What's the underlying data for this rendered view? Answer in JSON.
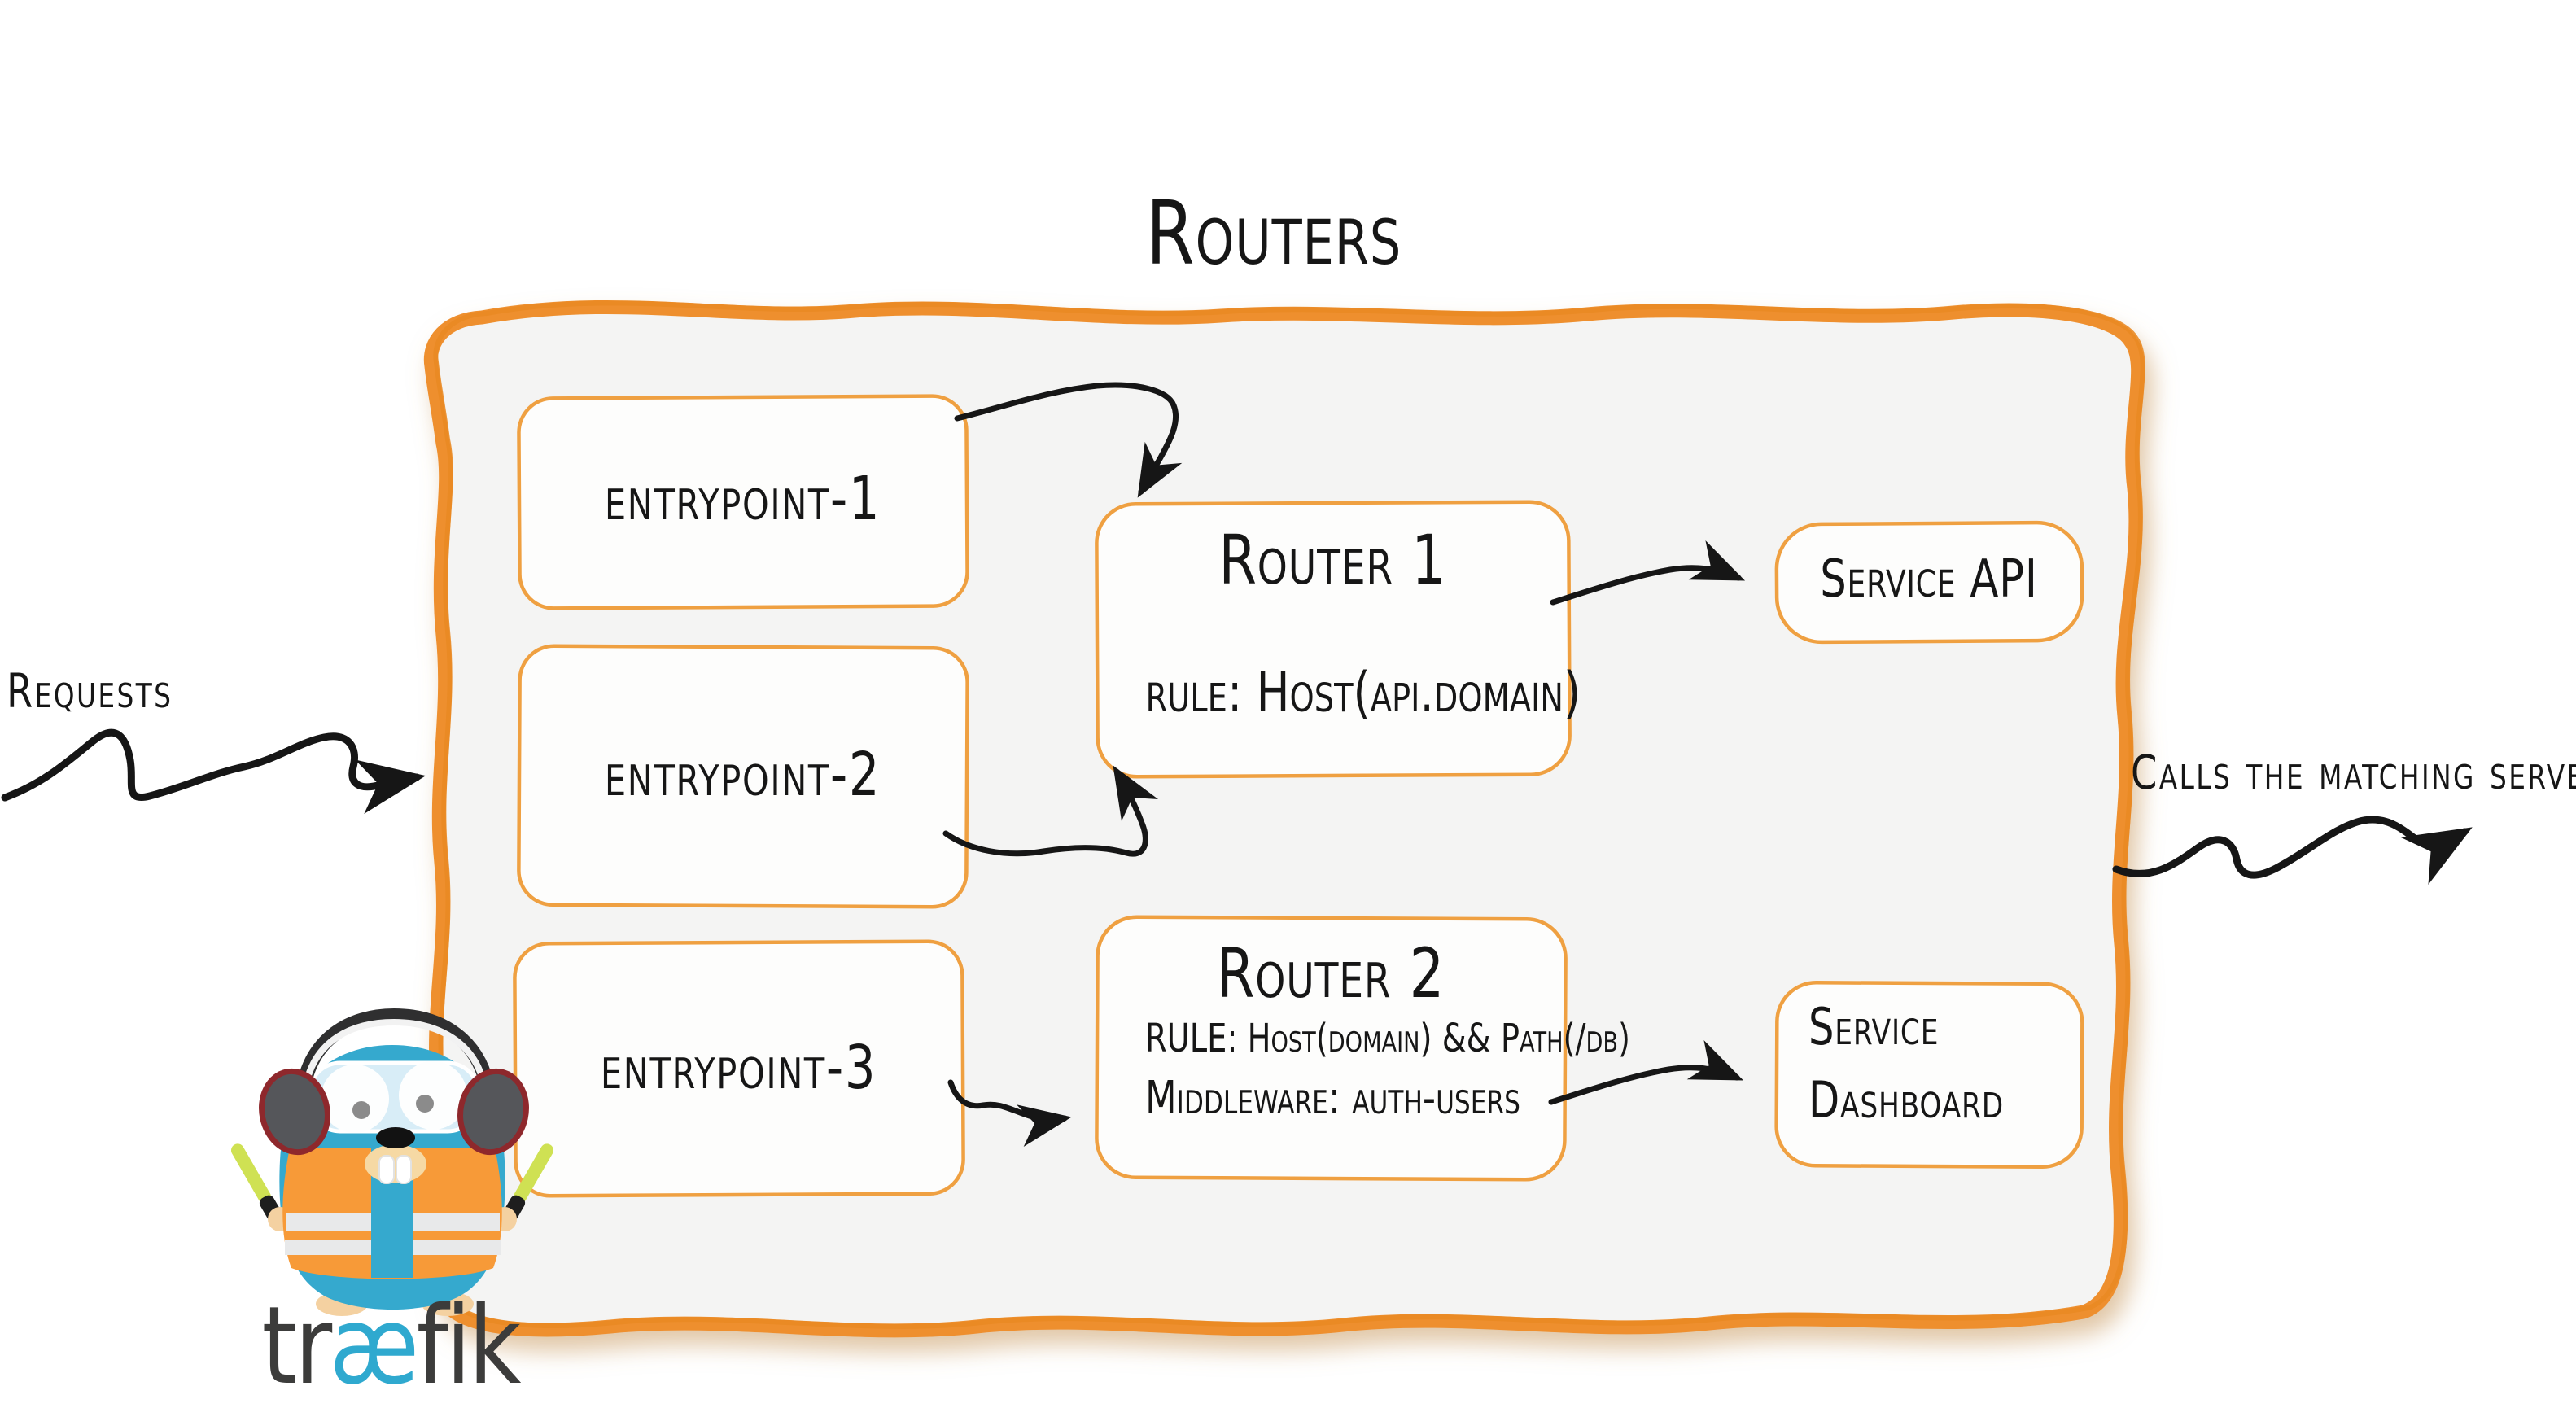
{
  "title": "Routers",
  "colors": {
    "accent_orange": "#EE8F2D",
    "box_border_orange": "#EFA041",
    "ink": "#161616",
    "panel_fill": "#F4F4F3",
    "traefik_blue": "#35A9CE",
    "vest_orange": "#F79A38"
  },
  "annotations": {
    "requests": "Requests",
    "calls": "Calls the matching server"
  },
  "entrypoints": [
    {
      "label": "entrypoint-1"
    },
    {
      "label": "entrypoint-2"
    },
    {
      "label": "entrypoint-3"
    }
  ],
  "routers": [
    {
      "title": "Router 1",
      "rule": "rule: Host(api.domain)"
    },
    {
      "title": "Router 2",
      "rule": "RULE: Host(domain) && Path(/db)",
      "middleware": "Middleware: auth-users"
    }
  ],
  "services": [
    {
      "name": "Service API"
    },
    {
      "name_line1": "Service",
      "name_line2": "Dashboard"
    }
  ],
  "logo": {
    "pre": "tr",
    "ae": "æ",
    "post": "fik"
  }
}
